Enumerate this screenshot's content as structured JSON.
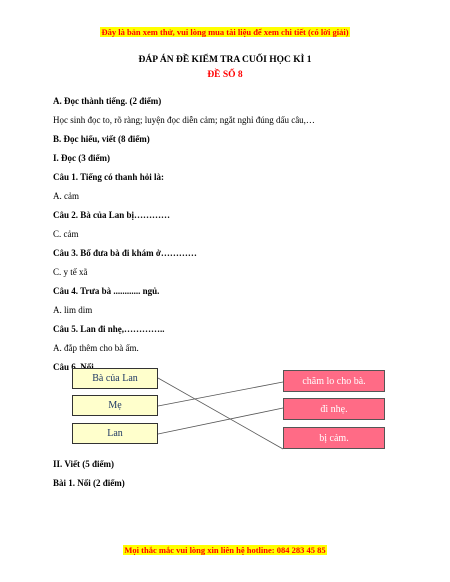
{
  "top_banner": "Đây là bản xem thử, vui lòng mua tài liệu để xem chi tiết (có lời giải)",
  "title": "ĐÁP ÁN ĐỀ KIỂM TRA CUỐI HỌC KÌ 1",
  "subtitle": "ĐỀ SỐ 8",
  "lines": [
    "A. Đọc thành tiếng. (2 điểm)",
    "Học sinh đọc to, rõ ràng; luyện đọc diễn cảm; ngắt nghỉ đúng dấu câu,…",
    "B. Đọc hiểu, viết (8 điểm)",
    "I. Đọc (3 điểm)",
    "Câu 1. Tiếng có thanh hỏi là:",
    "A. cảm",
    "Câu 2. Bà của Lan bị…………",
    "C. cảm",
    "Câu 3. Bố đưa bà đi khám ở…………",
    "C. y tế xã",
    "Câu 4. Trưa bà ............ ngủ.",
    "A. lim dim",
    "Câu 5. Lan đi nhẹ,…………..",
    "A. đắp thêm cho bà ấm.",
    "Câu 6. Nối"
  ],
  "matching": {
    "left": [
      "Bà của Lan",
      "Mẹ",
      "Lan"
    ],
    "right": [
      "chăm lo cho bà.",
      "đi nhẹ.",
      "bị cảm."
    ]
  },
  "after_lines": [
    "II. Viết (5 điểm)",
    "Bài 1. Nối (2 điểm)"
  ],
  "bottom_banner": "Mọi thắc mắc vui lòng xin liên hệ hotline: 084 283 45 85"
}
